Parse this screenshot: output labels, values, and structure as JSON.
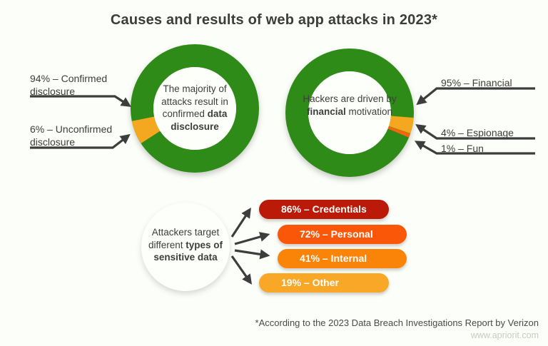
{
  "title": "Causes and results of web app attacks in 2023*",
  "colors": {
    "background": "#FCFEF9",
    "green": "#2E8B17",
    "amber": "#F3A81F",
    "orange_red": "#F4650D",
    "arrow": "#3D3D3D",
    "inner_circle": "#FDFFFB",
    "text_dark": "#3E3E3E",
    "website_gray": "#C6CBC2"
  },
  "donut_left": {
    "center_regular": "The majority of attacks result in confirmed ",
    "center_bold": "data disclosure",
    "label_confirmed": "94% – Confirmed disclosure",
    "label_unconfirmed": "6% – Unconfirmed disclosure"
  },
  "donut_right": {
    "center_pre": "Hackers are driven by ",
    "center_bold": "financial",
    "center_post": " motivation",
    "label_financial": "95% – Financial",
    "label_espionage": "4% – Espionage",
    "label_fun": "1% – Fun"
  },
  "target_circle": {
    "text_regular": "Attackers target different ",
    "text_bold": "types of sensitive data"
  },
  "bars": [
    {
      "label": "86% – Credentials",
      "color": "#BB1A08"
    },
    {
      "label": "72% – Personal",
      "color": "#FA5708"
    },
    {
      "label": "41% – Internal",
      "color": "#FA8408"
    },
    {
      "label": "19% – Other",
      "color": "#F9A727"
    }
  ],
  "footer": {
    "source_note": "*According to the 2023 Data Breach Investigations Report by Verizon",
    "website": "www.apriorit.com"
  },
  "chart_data": [
    {
      "type": "pie",
      "subtype": "donut",
      "title": "The majority of attacks result in confirmed data disclosure",
      "labels": [
        "Confirmed disclosure",
        "Unconfirmed disclosure"
      ],
      "values": [
        94,
        6
      ],
      "colors": [
        "#2E8B17",
        "#F3A81F"
      ],
      "legend_position": "left-callouts"
    },
    {
      "type": "pie",
      "subtype": "donut",
      "title": "Hackers are driven by financial motivation",
      "labels": [
        "Financial",
        "Espionage",
        "Fun"
      ],
      "values": [
        95,
        4,
        1
      ],
      "colors": [
        "#2E8B17",
        "#F3A81F",
        "#F4650D"
      ],
      "legend_position": "right-callouts"
    },
    {
      "type": "bar",
      "title": "Attackers target different types of sensitive data",
      "categories": [
        "Credentials",
        "Personal",
        "Internal",
        "Other"
      ],
      "values": [
        86,
        72,
        41,
        19
      ],
      "colors": [
        "#BB1A08",
        "#FA5708",
        "#FA8408",
        "#F9A727"
      ],
      "orientation": "horizontal",
      "grid": false
    }
  ]
}
